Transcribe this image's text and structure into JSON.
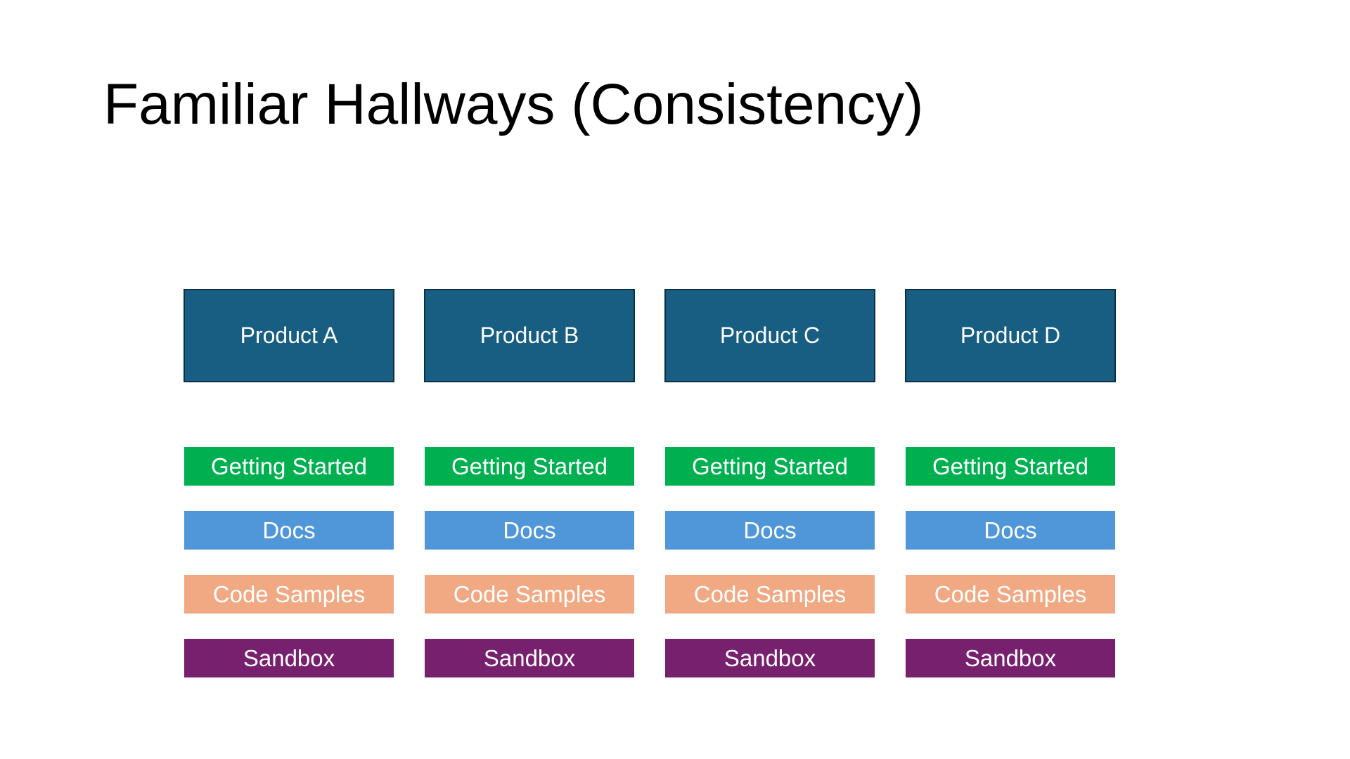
{
  "title": "Familiar Hallways (Consistency)",
  "colors": {
    "product": "#175e82",
    "getting_started": "#00b050",
    "docs": "#5097da",
    "code_samples": "#f0a983",
    "sandbox": "#77206e"
  },
  "columns": [
    {
      "product": "Product A",
      "links": [
        {
          "key": "getting_started",
          "label": "Getting Started"
        },
        {
          "key": "docs",
          "label": "Docs"
        },
        {
          "key": "code_samples",
          "label": "Code Samples"
        },
        {
          "key": "sandbox",
          "label": "Sandbox"
        }
      ]
    },
    {
      "product": "Product B",
      "links": [
        {
          "key": "getting_started",
          "label": "Getting Started"
        },
        {
          "key": "docs",
          "label": "Docs"
        },
        {
          "key": "code_samples",
          "label": "Code Samples"
        },
        {
          "key": "sandbox",
          "label": "Sandbox"
        }
      ]
    },
    {
      "product": "Product C",
      "links": [
        {
          "key": "getting_started",
          "label": "Getting Started"
        },
        {
          "key": "docs",
          "label": "Docs"
        },
        {
          "key": "code_samples",
          "label": "Code Samples"
        },
        {
          "key": "sandbox",
          "label": "Sandbox"
        }
      ]
    },
    {
      "product": "Product D",
      "links": [
        {
          "key": "getting_started",
          "label": "Getting Started"
        },
        {
          "key": "docs",
          "label": "Docs"
        },
        {
          "key": "code_samples",
          "label": "Code Samples"
        },
        {
          "key": "sandbox",
          "label": "Sandbox"
        }
      ]
    }
  ]
}
